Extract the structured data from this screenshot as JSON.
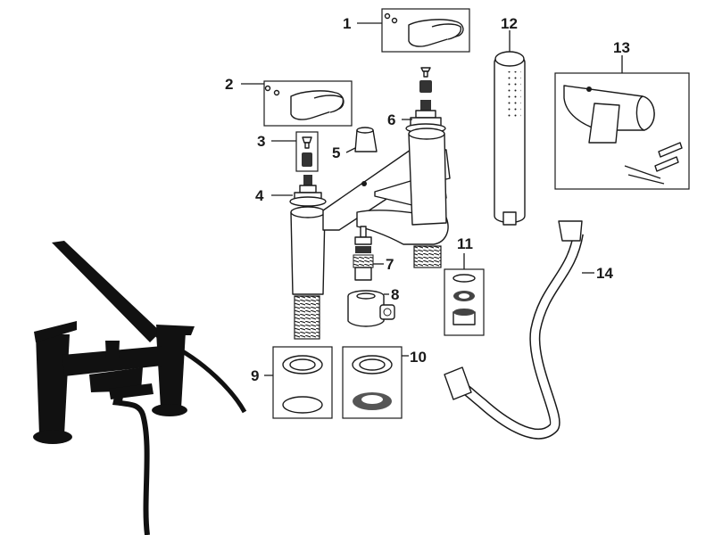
{
  "diagram": {
    "labels": [
      {
        "id": "1",
        "text": "1"
      },
      {
        "id": "2",
        "text": "2"
      },
      {
        "id": "3",
        "text": "3"
      },
      {
        "id": "4",
        "text": "4"
      },
      {
        "id": "5",
        "text": "5"
      },
      {
        "id": "6",
        "text": "6"
      },
      {
        "id": "7",
        "text": "7"
      },
      {
        "id": "8",
        "text": "8"
      },
      {
        "id": "9",
        "text": "9"
      },
      {
        "id": "10",
        "text": "10"
      },
      {
        "id": "11",
        "text": "11"
      },
      {
        "id": "12",
        "text": "12"
      },
      {
        "id": "13",
        "text": "13"
      },
      {
        "id": "14",
        "text": "14"
      }
    ],
    "product_photo": {
      "icon": "black-bath-shower-mixer-photo",
      "color": "#111111"
    },
    "line_color": "#1a1a1a"
  }
}
